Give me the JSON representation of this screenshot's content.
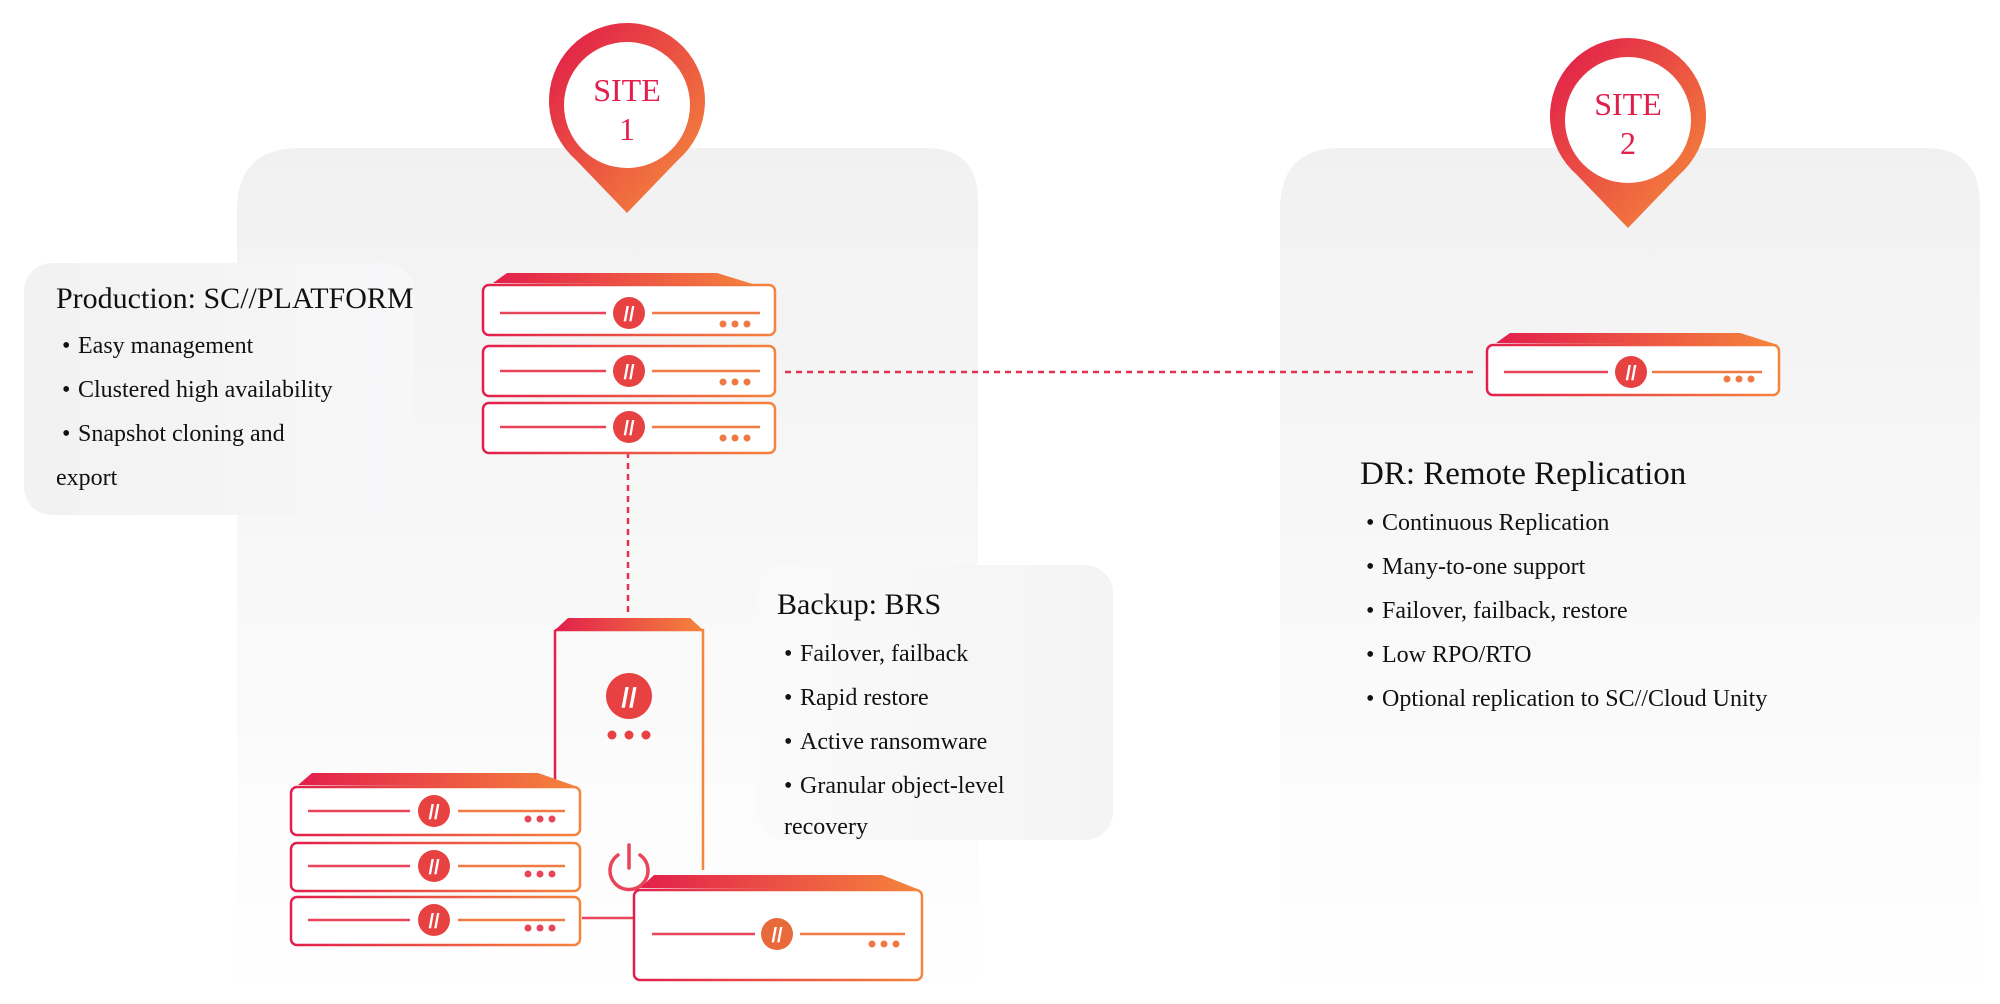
{
  "colors": {
    "accent_red": "#e21f4c",
    "accent_orange": "#f5843c",
    "panel_grey": "#f4f4f5",
    "connector": "#e4314f"
  },
  "site1": {
    "line1": "SITE",
    "line2": "1"
  },
  "site2": {
    "line1": "SITE",
    "line2": "2"
  },
  "production": {
    "title": "Production: SC//PLATFORM",
    "items": [
      "Easy management",
      "Clustered high availability",
      "Snapshot cloning and"
    ],
    "continuation": "export"
  },
  "backup": {
    "title": "Backup: BRS",
    "items": [
      "Failover, failback",
      "Rapid restore",
      "Active ransomware",
      "Granular object-level"
    ],
    "continuation": "recovery"
  },
  "dr": {
    "title": "DR: Remote Replication",
    "items": [
      "Continuous Replication",
      "Many-to-one support",
      "Failover, failback, restore",
      "Low RPO/RTO",
      "Optional replication to SC//Cloud Unity"
    ]
  },
  "icons": {
    "server_logo": "scale-logo-icon",
    "status_dots": "status-dots-icon",
    "power": "power-icon",
    "location": "location-pin-icon"
  },
  "bullet": "•",
  "logo_glyph": "//"
}
